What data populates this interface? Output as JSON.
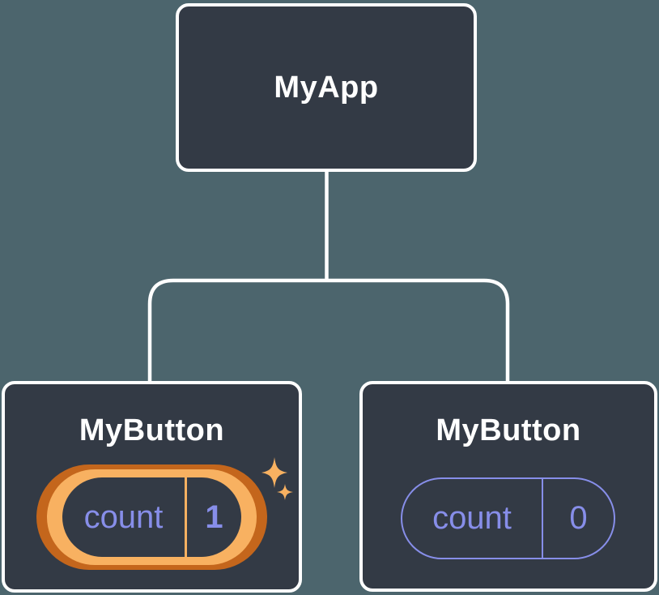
{
  "diagram_type": "component-tree",
  "root": {
    "label": "MyApp"
  },
  "children": [
    {
      "label": "MyButton",
      "state": {
        "name": "count",
        "value": "1"
      },
      "highlighted": true
    },
    {
      "label": "MyButton",
      "state": {
        "name": "count",
        "value": "0"
      },
      "highlighted": false
    }
  ],
  "colors": {
    "background": "#4c656d",
    "node_fill": "#333a45",
    "node_border": "#ffffff",
    "connector": "#ffffff",
    "state_text": "#878ee9",
    "highlight_outer": "#c4661c",
    "highlight_inner": "#f8b161",
    "sparkle": "#f8b161"
  }
}
